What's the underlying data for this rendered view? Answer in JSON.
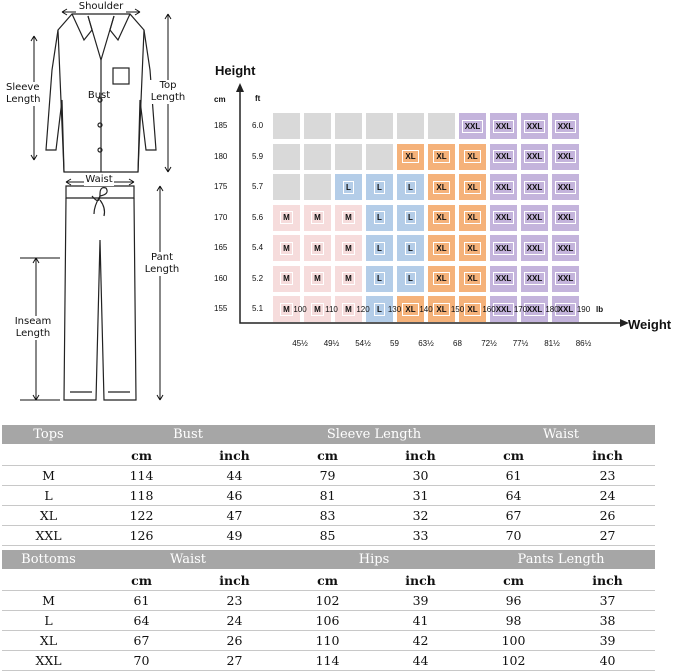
{
  "diagram": {
    "labels": {
      "shoulder": "Shoulder",
      "sleeve_length": "Sleeve Length",
      "bust": "Bust",
      "top_length": "Top Length",
      "waist": "Waist",
      "pant_length": "Pant Length",
      "inseam_length": "Inseam Length"
    }
  },
  "chart_data": {
    "type": "table",
    "y_title": "Height",
    "x_title": "Weight",
    "y_units": [
      "cm",
      "ft"
    ],
    "x_unit": "lb",
    "rows": [
      {
        "cm": "185",
        "ft": "6.0"
      },
      {
        "cm": "180",
        "ft": "5.9"
      },
      {
        "cm": "175",
        "ft": "5.7"
      },
      {
        "cm": "170",
        "ft": "5.6"
      },
      {
        "cm": "165",
        "ft": "5.4"
      },
      {
        "cm": "160",
        "ft": "5.2"
      },
      {
        "cm": "155",
        "ft": "5.1"
      }
    ],
    "lb_ticks": [
      "100",
      "110",
      "120",
      "130",
      "140",
      "150",
      "160",
      "170",
      "180",
      "190"
    ],
    "kg_ticks": [
      "45½",
      "49½",
      "54½",
      "59",
      "63½",
      "68",
      "72½",
      "77½",
      "81½",
      "86½"
    ],
    "grid": [
      [
        "",
        "",
        "",
        "",
        "",
        "",
        "XXL",
        "XXL",
        "XXL",
        "XXL"
      ],
      [
        "",
        "",
        "",
        "",
        "XL",
        "XL",
        "XL",
        "XXL",
        "XXL",
        "XXL"
      ],
      [
        "",
        "",
        "L",
        "L",
        "L",
        "XL",
        "XL",
        "XXL",
        "XXL",
        "XXL"
      ],
      [
        "M",
        "M",
        "M",
        "L",
        "L",
        "XL",
        "XL",
        "XXL",
        "XXL",
        "XXL"
      ],
      [
        "M",
        "M",
        "M",
        "L",
        "L",
        "XL",
        "XL",
        "XXL",
        "XXL",
        "XXL"
      ],
      [
        "M",
        "M",
        "M",
        "L",
        "L",
        "XL",
        "XL",
        "XXL",
        "XXL",
        "XXL"
      ],
      [
        "M",
        "M",
        "M",
        "L",
        "XL",
        "XL",
        "XL",
        "XXL",
        "XXL",
        "XXL"
      ]
    ],
    "colors": {
      "empty": "#d9d9d9",
      "M": "#f6dcdc",
      "L": "#b4cde8",
      "XL": "#f5b27a",
      "XXL": "#c4b4dc"
    }
  },
  "tops_table": {
    "headers": [
      "Tops",
      "Bust",
      "Sleeve Length",
      "Waist"
    ],
    "units": [
      "",
      "cm",
      "inch",
      "cm",
      "inch",
      "cm",
      "inch"
    ],
    "rows": [
      [
        "M",
        "114",
        "44",
        "79",
        "30",
        "61",
        "23"
      ],
      [
        "L",
        "118",
        "46",
        "81",
        "31",
        "64",
        "24"
      ],
      [
        "XL",
        "122",
        "47",
        "83",
        "32",
        "67",
        "26"
      ],
      [
        "XXL",
        "126",
        "49",
        "85",
        "33",
        "70",
        "27"
      ]
    ]
  },
  "bottoms_table": {
    "headers": [
      "Bottoms",
      "Waist",
      "Hips",
      "Pants Length"
    ],
    "units": [
      "",
      "cm",
      "inch",
      "cm",
      "inch",
      "cm",
      "inch"
    ],
    "rows": [
      [
        "M",
        "61",
        "23",
        "102",
        "39",
        "96",
        "37"
      ],
      [
        "L",
        "64",
        "24",
        "106",
        "41",
        "98",
        "38"
      ],
      [
        "XL",
        "67",
        "26",
        "110",
        "42",
        "100",
        "39"
      ],
      [
        "XXL",
        "70",
        "27",
        "114",
        "44",
        "102",
        "40"
      ]
    ]
  }
}
